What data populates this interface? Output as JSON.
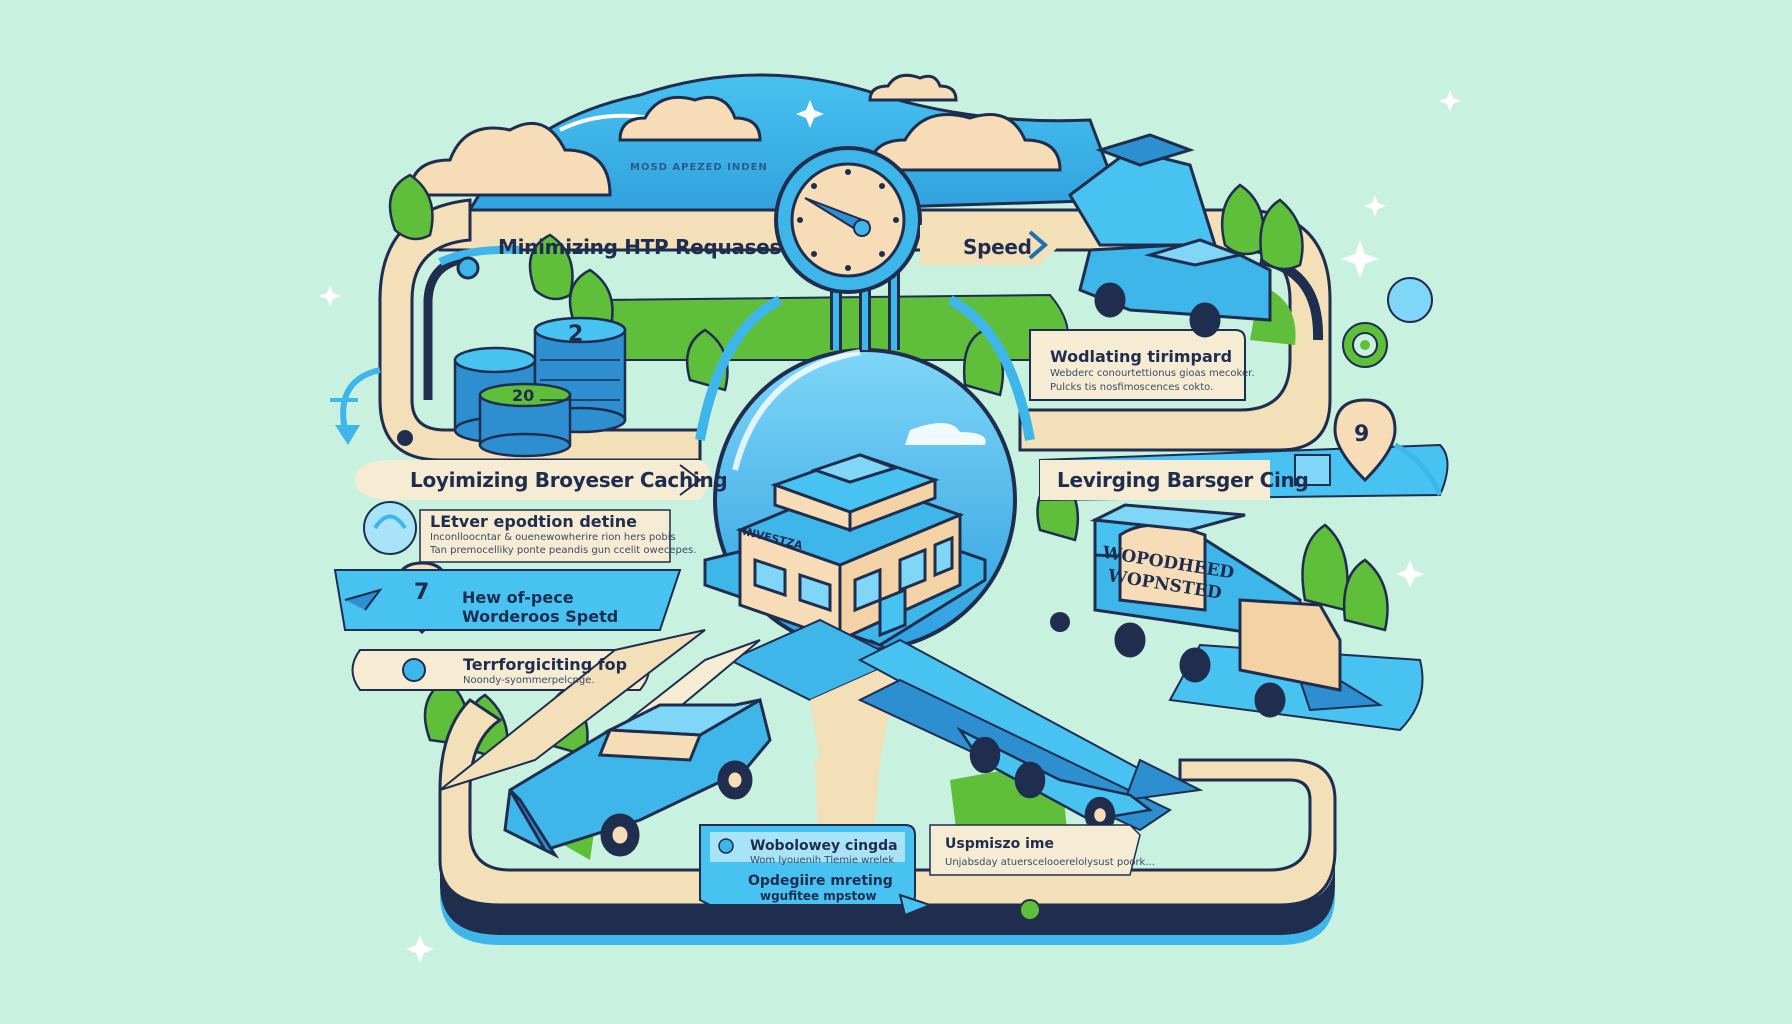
{
  "header": {
    "banner": "MOSD APEZED INDEN"
  },
  "labels": {
    "top_left": "Minimizing HTP Requases",
    "top_right": "Speed",
    "mid_left": "Loyimizing Broyeser Caching",
    "mid_right": "Levirging Barsger Cing"
  },
  "info_card_right": {
    "title": "Wodlating tirimpard",
    "line1": "Webderc conourtettionus gioas mecoker.",
    "line2": "Pulcks tis nosfimoscences cokto."
  },
  "info_card_left": {
    "title": "LEtver epodtion detine",
    "line1": "Inconlloocntar & ouenewowherire rion hers pobis",
    "line2": "Tan premocelliky ponte peandis gun ccelit owecepes."
  },
  "ribbon_left": {
    "badge": "7",
    "line1": "Hew of-pece",
    "line2": "Worderoos Spetd"
  },
  "tag_left": {
    "title": "Terrforgiciting fop",
    "sub": "Noondy-syommerpelcnge."
  },
  "truck_sign": {
    "line1": "WOPODHEED",
    "line2": "WOPNSTED"
  },
  "building_sign": "INVESTZA",
  "chips": {
    "left_stack": "2",
    "left_stack_low": "20",
    "right_badge": "9"
  },
  "bottom_blue_card": {
    "line1": "Wobolowey cingda",
    "line2": "Wom lyouenih Tlemie wrelek",
    "line3": "Opdegiire mreting",
    "line4": "wgufitee mpstow"
  },
  "bottom_card": {
    "title": "Uspmiszo ime",
    "line1": "Unjabsday atuerscelooerelolysust poork..."
  },
  "colors": {
    "background": "#c9f1df",
    "sky": "#3fb6ea",
    "road": "#f3dfb8",
    "track": "#1f2d4f",
    "grass": "#5fbf3a"
  }
}
